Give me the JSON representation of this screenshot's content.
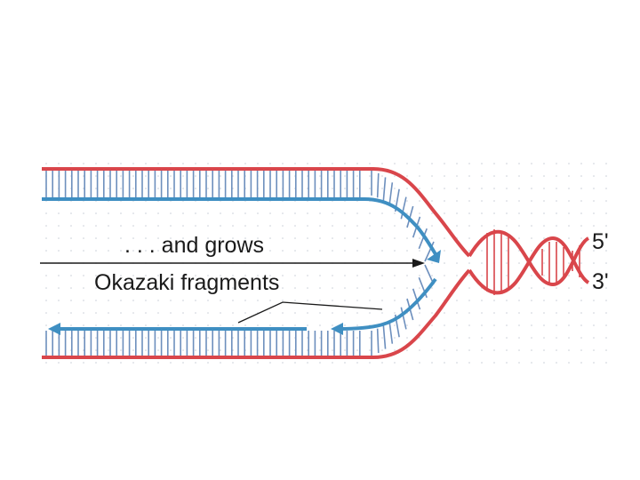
{
  "diagram": {
    "labels": {
      "grows": ". . . and grows",
      "okazaki": "Okazaki fragments",
      "five_prime": "5'",
      "three_prime": "3'"
    },
    "colors": {
      "template_strand": "#d9464b",
      "new_strand": "#3f8fc2",
      "rungs": "#5f8fbf",
      "text": "#1a1a1a",
      "grid_dots": "#c9ced6"
    }
  }
}
